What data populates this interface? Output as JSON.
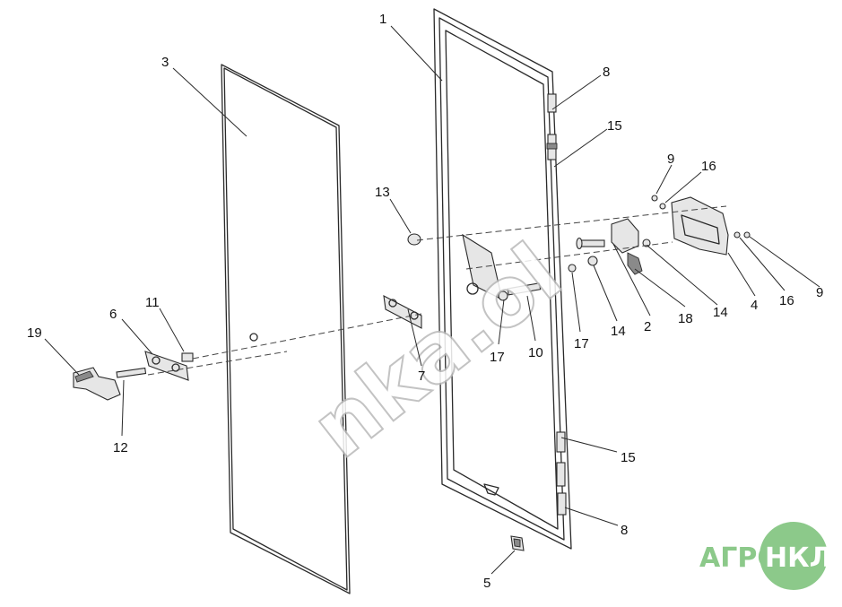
{
  "callouts": {
    "c1": "1",
    "c3": "3",
    "c8a": "8",
    "c15a": "15",
    "c9a": "9",
    "c16a": "16",
    "c13": "13",
    "c11": "11",
    "c6": "6",
    "c19": "19",
    "c12": "12",
    "c7": "7",
    "c17a": "17",
    "c10": "10",
    "c17b": "17",
    "c14a": "14",
    "c2": "2",
    "c18": "18",
    "c14b": "14",
    "c4": "4",
    "c16b": "16",
    "c9b": "9",
    "c15b": "15",
    "c8b": "8",
    "c5": "5"
  },
  "watermark": "nka.ol",
  "logo": {
    "left": "АГРО",
    "right": "НКЛ"
  },
  "colors": {
    "logo_green": "#8cc98a",
    "line": "#2a2a2a",
    "panel_fill": "#e6e6e6"
  }
}
